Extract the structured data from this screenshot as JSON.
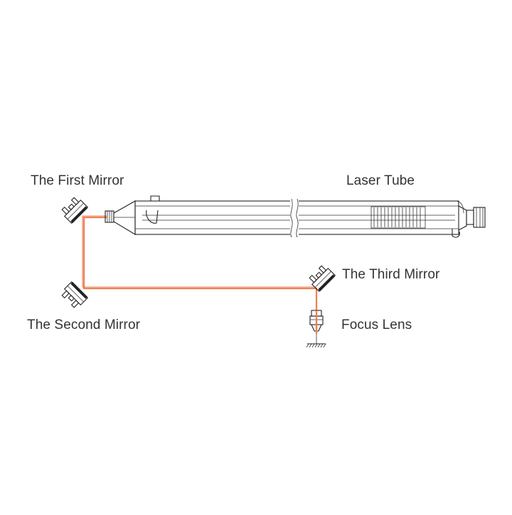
{
  "labels": {
    "first_mirror": "The First Mirror",
    "laser_tube": "Laser Tube",
    "third_mirror": "The Third Mirror",
    "second_mirror": "The Second Mirror",
    "focus_lens": "Focus Lens"
  },
  "colors": {
    "beam": "#f08050",
    "line": "#222222",
    "text": "#333333"
  }
}
